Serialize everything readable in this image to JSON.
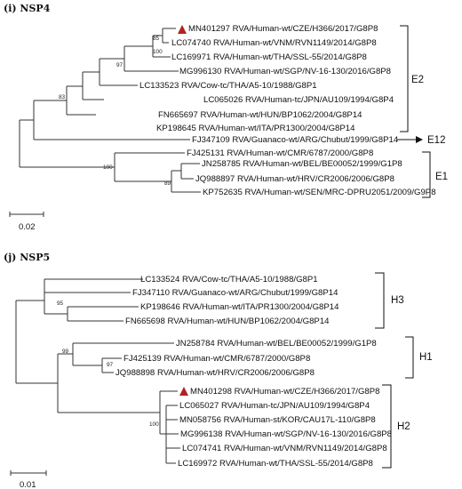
{
  "panels": [
    {
      "title": "(i) NSP4",
      "leaves": [
        "MN401297 RVA/Human-wt/CZE/H366/2017/G8P8",
        "LC074740 RVA/Human-wt/VNM/RVN1149/2014/G8P8",
        "LC169971 RVA/Human-wt/THA/SSL-55/2014/G8P8",
        "MG996130 RVA/Human-wt/SGP/NV-16-130/2016/G8P8",
        "LC133523 RVA/Cow-tc/THA/A5-10/1988/G8P1",
        "LC065026 RVA/Human-tc/JPN/AU109/1994/G8P4",
        "FN665697 RVA/Human-wt/HUN/BP1062/2004/G8P14",
        "KP198645 RVA/Human-wt/ITA/PR1300/2004/G8P14",
        "FJ347109 RVA/Guanaco-wt/ARG/Chubut/1999/G8P14",
        "FJ425131 RVA/Human-wt/CMR/6787/2000/G8P8",
        "JN258785 RVA/Human-wt/BEL/BE00052/1999/G1P8",
        "JQ988897 RVA/Human-wt/HRV/CR2006/2006/G8P8",
        "KP752635 RVA/Human-wt/SEN/MRC-DPRU2051/2009/G9P8"
      ],
      "bootstraps": [
        "85",
        "100",
        "97",
        "83",
        "100",
        "89"
      ],
      "clades": [
        "E2",
        "E12",
        "E1"
      ],
      "scale_label": "0.02"
    },
    {
      "title": "(j) NSP5",
      "leaves": [
        "LC133524 RVA/Cow-tc/THA/A5-10/1988/G8P1",
        "FJ347110 RVA/Guanaco-wt/ARG/Chubut/1999/G8P14",
        "KP198646 RVA/Human-wt/ITA/PR1300/2004/G8P14",
        "FN665698 RVA/Human-wt/HUN/BP1062/2004/G8P14",
        "JN258784 RVA/Human-wt/BEL/BE00052/1999/G1P8",
        "FJ425139 RVA/Human-wt/CMR/6787/2000/G8P8",
        "JQ988898 RVA/Human-wt/HRV/CR2006/2006/G8P8",
        "MN401298 RVA/Human-wt/CZE/H366/2017/G8P8",
        "LC065027 RVA/Human-tc/JPN/AU109/1994/G8P4",
        "MN058756 RVA/Human-st/KOR/CAU17L-110/G8P8",
        "MG996138 RVA/Human-wt/SGP/NV-16-130/2016/G8P8",
        "LC074741 RVA/Human-wt/VNM/RVN1149/2014/G8P8",
        "LC169972 RVA/Human-wt/THA/SSL-55/2014/G8P8"
      ],
      "bootstraps": [
        "95",
        "99",
        "97",
        "100"
      ],
      "clades": [
        "H3",
        "H1",
        "H2"
      ],
      "scale_label": "0.01"
    }
  ],
  "colors": {
    "study_marker": "#b22222",
    "lines": "#333333"
  },
  "icons": {
    "study_marker": "red-triangle-icon"
  }
}
